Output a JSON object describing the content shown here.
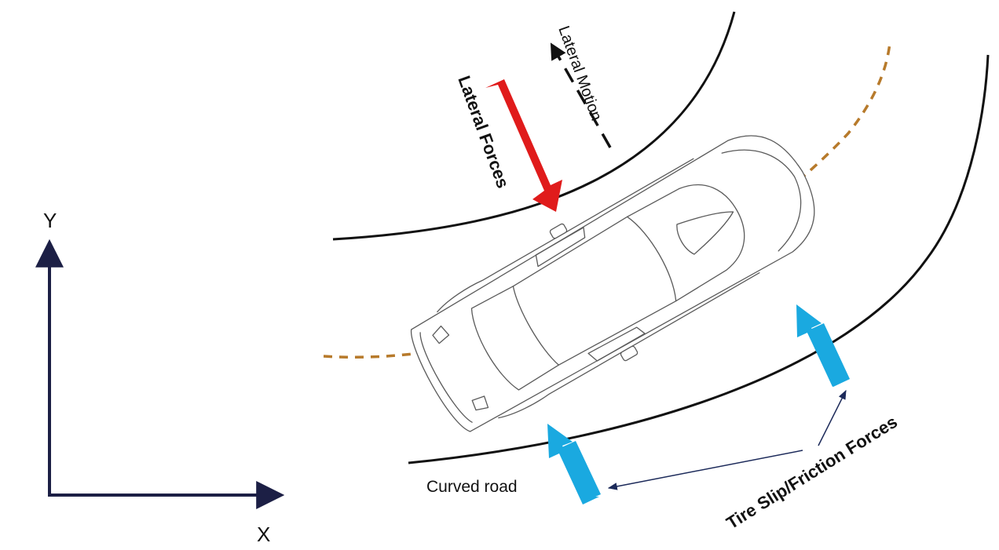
{
  "diagram": {
    "axes": {
      "y_label": "Y",
      "x_label": "X"
    },
    "labels": {
      "road": "Curved road",
      "lateral_forces": "Lateral Forces",
      "lateral_motion": "Lateral Motion",
      "tire_forces": "Tire Slip/Friction Forces"
    },
    "colors": {
      "axis": "#1c1f45",
      "road_edge": "#111111",
      "path": "#b77a2b",
      "lateral_force_arrow": "#e01b1b",
      "friction_force_arrow": "#1aa9e0",
      "car_outline": "#5a5a5a",
      "pointer": "#1c2a5a"
    },
    "icons": {
      "vehicle": "car-topview-icon"
    }
  }
}
